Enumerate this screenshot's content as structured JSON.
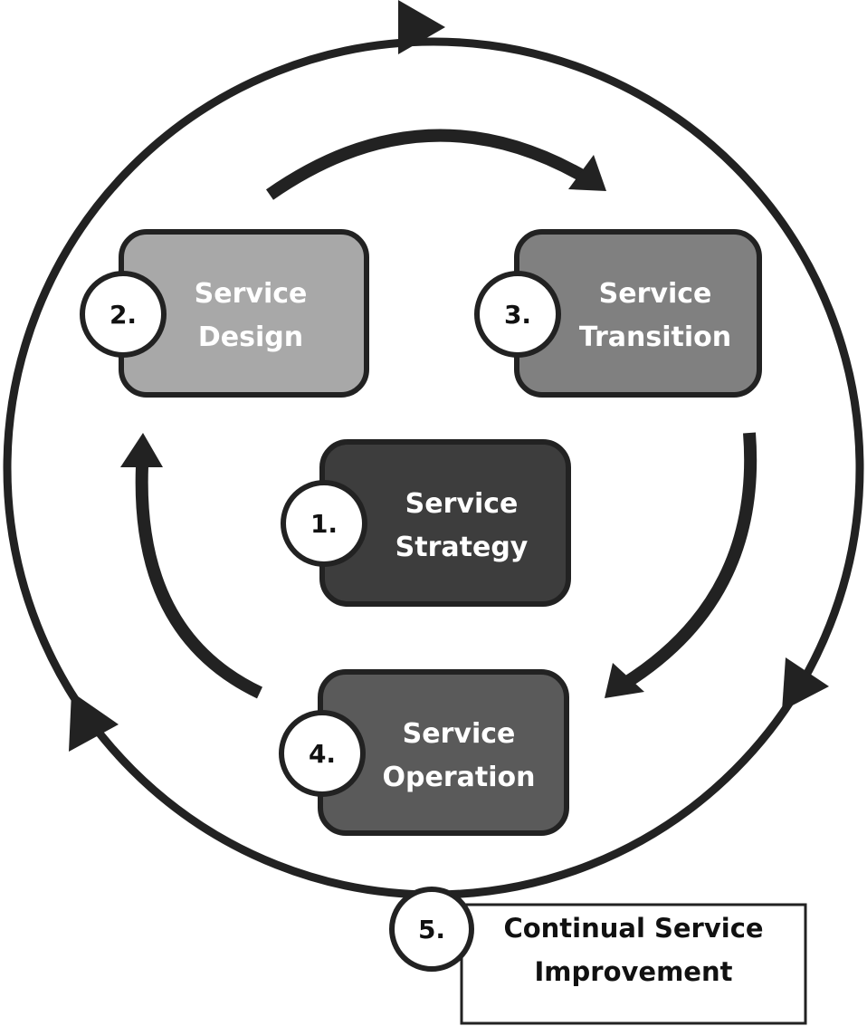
{
  "colors": {
    "stroke": "#222222",
    "strategy_fill": "#3d3d3d",
    "design_fill": "#a8a8a8",
    "transition_fill": "#808080",
    "operation_fill": "#5a5a5a",
    "badge_fill": "#ffffff",
    "label_text": "#ffffff",
    "csi_text": "#111111"
  },
  "stages": {
    "strategy": {
      "number": "1.",
      "line1": "Service",
      "line2": "Strategy"
    },
    "design": {
      "number": "2.",
      "line1": "Service",
      "line2": "Design"
    },
    "transition": {
      "number": "3.",
      "line1": "Service",
      "line2": "Transition"
    },
    "operation": {
      "number": "4.",
      "line1": "Service",
      "line2": "Operation"
    },
    "improvement": {
      "number": "5.",
      "line1": "Continual Service",
      "line2": "Improvement"
    }
  }
}
